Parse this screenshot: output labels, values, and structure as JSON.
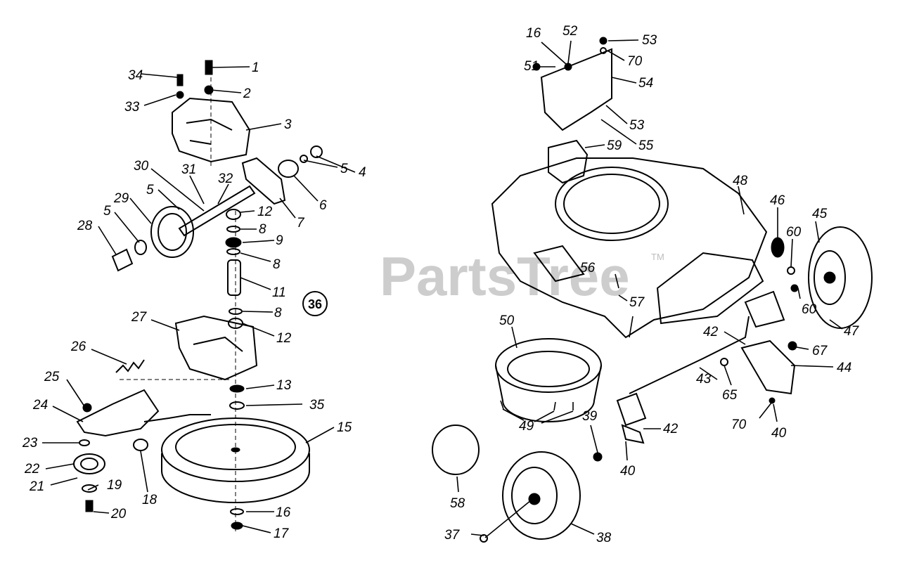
{
  "watermark": {
    "text": "PartsTree",
    "trademark": "TM"
  },
  "reference_number": "36",
  "callouts": {
    "c1": "1",
    "c2": "2",
    "c3": "3",
    "c4": "4",
    "c5a": "5",
    "c5b": "5",
    "c5c": "5",
    "c6": "6",
    "c7": "7",
    "c8a": "8",
    "c8b": "8",
    "c8c": "8",
    "c9": "9",
    "c11": "11",
    "c12a": "12",
    "c12b": "12",
    "c13": "13",
    "c15": "15",
    "c16a": "16",
    "c16b": "16",
    "c17": "17",
    "c18": "18",
    "c19": "19",
    "c20": "20",
    "c21": "21",
    "c22": "22",
    "c23": "23",
    "c24": "24",
    "c25": "25",
    "c26": "26",
    "c27": "27",
    "c28": "28",
    "c29": "29",
    "c30": "30",
    "c31": "31",
    "c32": "32",
    "c33": "33",
    "c34": "34",
    "c35": "35",
    "c37": "37",
    "c38": "38",
    "c39": "39",
    "c40a": "40",
    "c40b": "40",
    "c42a": "42",
    "c42b": "42",
    "c43": "43",
    "c44": "44",
    "c45": "45",
    "c46": "46",
    "c47": "47",
    "c48": "48",
    "c49": "49",
    "c50": "50",
    "c51": "51",
    "c52": "52",
    "c53a": "53",
    "c53b": "53",
    "c54": "54",
    "c55": "55",
    "c56": "56",
    "c57": "57",
    "c58": "58",
    "c59": "59",
    "c60a": "60",
    "c60b": "60",
    "c65": "65",
    "c67": "67",
    "c70a": "70",
    "c70b": "70"
  }
}
